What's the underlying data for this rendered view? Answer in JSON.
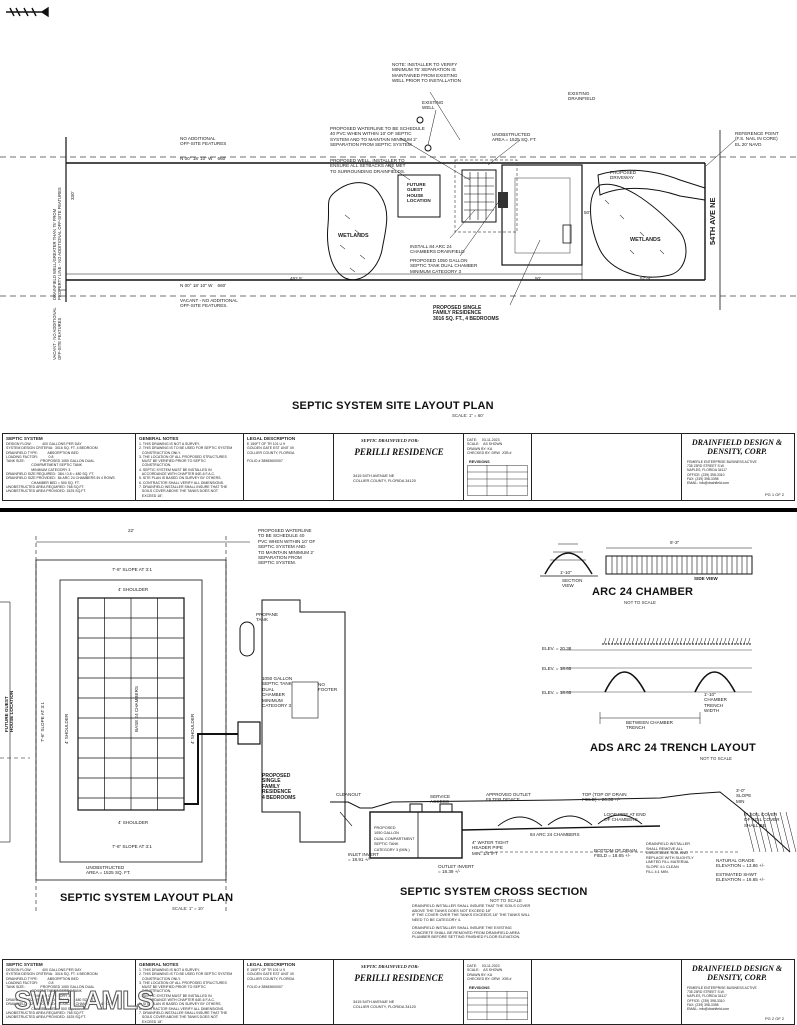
{
  "sheet1": {
    "note_top": "NOTE: INSTALLER TO VERIFY\nMINIMUM 75' SEPARATION IS\nMAINTAINED FROM EXISTING\nWELL PRIOR TO INSTALLATION",
    "existing_well": "EXISTING\nWELL",
    "existing_drainfield": "EXISTING\nDRAINFIELD",
    "no_additional_top": "NO ADDITIONAL\nOFF-SITE FEATURES",
    "waterline_note": "PROPOSED WATERLINE TO BE SCHEDULE\n40 PVC WHEN WITHIN 10' OF SEPTIC\nSYSTEM AND TO MAINTAIN MINIMUM 2'\nSEPARATION FROM SEPTIC SYSTEM",
    "unobstructed": "UNOBSTRUCTED\nAREA = 1525 SQ. FT.",
    "reference_point": "REFERENCE POINT\n(F.S. NAIL IN CORE)\nEL 20' NAVD",
    "proposed_well_note": "PROPOSED WELL, INSTALLER TO\nENSURE ALL SETBACKS ARE MET\nTO SURROUNDING DRAINFIELDS.",
    "bearing_top": "N 00° 18' 10\" W    660'",
    "bearing_bottom": "N 00° 18' 10\" W    660'",
    "future_guest": "FUTURE\nGUEST\nHOUSE\nLOCATION",
    "wetlands_left": "WETLANDS",
    "wetlands_right": "WETLANDS",
    "proposed_driveway": "PROPOSED\nDRIVEWAY",
    "street": "54TH AVE NE",
    "install_note": "INSTALL 84 ARC 24\nCHAMBERS DRAINFIELD",
    "tank_note": "PROPOSED 1050 GALLON\nSEPTIC TANK DUAL CHAMBER\nMINIMUM CATEGORY 3",
    "residence_note": "PROPOSED SINGLE\nFAMILY RESIDENCE\n3016 SQ. FT., 4 BEDROOMS",
    "vacant_bottom": "VACANT - NO ADDITIONAL\nOFF-SITE FEATURES.",
    "left_vertical": "DRAINFIELD WELL/GREATER THAN 75' FROM\nPROPERTY LINE - NO ADDITIONAL OFF-SITE FEATURES",
    "left_vertical2": "VACANT - NO ADDITIONAL\nOFF-SITE FEATURES",
    "dim_left": "482.5'",
    "dim_mid": "50'",
    "dim_right": "57'-9\"",
    "dim_50": "50'",
    "dim_330": "330'",
    "title": "SEPTIC SYSTEM SITE LAYOUT PLAN",
    "scale": "SCALE: 1\" = 60'"
  },
  "titleblock": {
    "col1_head": "SEPTIC SYSTEM",
    "col1_rows": "DESIGN FLOW:           400 GALLONS PER DAY\nSYSTEM DESIGN CRITERIA:  3016 SQ. FT. 4 BEDROOM\nDRAINFIELD TYPE:          ABSORPTION BED\nLOADING FACTOR:           0.8\nTANK SIZE:                PROPOSED 1050 GALLON DUAL\n                          COMPARTMENT SEPTIC TANK\n                          MINIMUM CATEGORY 3\nDRAINFIELD SIZE REQUIRED:  384 / 0.8 = 480 SQ. FT.\nDRAINFIELD SIZE PROVIDED:  84 ARC 24 CHAMBERS IN 4 ROWS\n                          CHAMBER BED = 500 SQ. FT.\nUNOBSTRUCTED AREA REQUIRED: 768 SQ.FT.\nUNOBSTRUCTED AREA PROVIDED: 1525 SQ.FT.",
    "col2_head": "GENERAL NOTES",
    "col2_rows": "1. THIS DRAWING IS NOT A SURVEY.\n2. THIS DRAWING IS TO BE USED FOR SEPTIC SYSTEM\n   CONSTRUCTION ONLY.\n3. THE LOCATION OF ALL PROPOSED STRUCTURES\n   MUST BE VERIFIED PRIOR TO SEPTIC\n   CONSTRUCTION.\n4. SEPTIC SYSTEM MUST BE INSTALLED IN\n   ACCORDANCE WITH CHAPTER 64E-6 F.A.C.\n5. SITE PLAN IS BASED ON SURVEY BY OTHERS.\n6. CONTRACTOR SHALL VERIFY ALL DIMENSIONS.\n7. DRAINFIELD INSTALLER SHALL INSURE THAT THE\n   SOILS COVER ABOVE THE TANKS DOES NOT\n   EXCEED 18\".",
    "col3_head": "LEGAL DESCRIPTION",
    "col3_rows": "E 150FT OF TR 101 U 9\nGOLDEN GATE EST UNIT 49\nCOLLIER COUNTY, FLORIDA\n\nFOLIO # 38983600007",
    "project_label": "SEPTIC DRAINFIELD FOR:",
    "project_name": "PERILLI\nRESIDENCE",
    "project_addr": "3415 54TH AVENUE NE\nCOLLIER COUNTY, FLORIDA 34120",
    "meta": "DATE:     03-11-2023\nSCALE:    AS SHOWN\nDRAWN BY: KA\nCHECKED BY: DRW  JOB #",
    "revisions": "REVISIONS",
    "logo": "DRAINFIELD DESIGN\n& DENSITY, CORP.",
    "company": "FEMERLE ENTERPRISE BUSINESS ACTIVE\n735 23RD STREET S.W.\nNAPLES, FLORIDA 34117\nOFFICE: (239) 398-3310\nFAX: (239) 398-3398\nEMAIL: info@drainfield.com",
    "page1": "PG 1 OF 2",
    "page2": "PG 2 OF 2"
  },
  "sheet2": {
    "dim_top": "22'",
    "waterline_note": "PROPOSED WATERLINE\nTO BE SCHEDULE 40\nPVC WHEN WITHIN 10' OF\nSEPTIC SYSTEM AND\nTO MAINTAIN MINIMUM 2'\nSEPARATION FROM\nSEPTIC SYSTEM.",
    "slope_top": "7'-6\" SLOPE AT 3:1",
    "slope_bottom": "7'-6\" SLOPE AT 3:1",
    "slope_left": "7'-6\" SLOPE AT 3:1",
    "shoulder_top": "4' SHOULDER",
    "shoulder_bottom": "4' SHOULDER",
    "shoulder_left": "4' SHOULDER",
    "shoulder_right": "4' SHOULDER",
    "bed_label": "BASE 24 CHAMBERS",
    "future_guest": "FUTURE GUEST\nHOUSE LOCATION",
    "propane": "PROPANE\nTANK",
    "no_footer": "NO\nFOOTER",
    "tank_note": "1050 GALLON\nSEPTIC TANK\nDUAL\nCHAMBER\nMINIMUM\nCATEGORY 3",
    "residence": "PROPOSED\nSINGLE\nFAMILY\nRESIDENCE\n4 BEDROOMS",
    "unobstructed": "UNOBSTRUCTED\nAREA = 1525 SQ. FT.",
    "layout_title": "SEPTIC SYSTEM LAYOUT PLAN",
    "layout_scale": "SCALE: 1\" = 10'",
    "arc_title": "ARC 24 CHAMBER",
    "arc_scale": "NOT TO SCALE",
    "section_view": "SECTION\nVIEW",
    "side_view": "SIDE VIEW",
    "dim_arc": "1'-10\"",
    "dim_side": "6'-3\"",
    "elev1": "ELEV. = 20.38",
    "elev2": "ELEV. = 18.65",
    "elev3": "ELEV. = 18.65",
    "chamber_trench": "1'-10\"\nCHAMBER\nTRENCH\nWIDTH",
    "between": "BETWEEN CHAMBER\nTRENCH",
    "trench_title": "ADS ARC 24 TRENCH LAYOUT",
    "trench_scale": "NOT TO SCALE",
    "cross_title": "SEPTIC SYSTEM CROSS SECTION",
    "cross_scale": "NOT TO SCALE",
    "cross_notes": "DRAINFIELD INSTALLER SHALL INSURE THAT THE SOILS COVER\nABOVE THE TANKS DOES NOT EXCEED 18\"\nIF THE COVER OVER THE TANKS EXCEEDS 18\" THE TANKS WILL\nNEED TO BE CATEGORY 4.",
    "cross_notes2": "DRAINFIELD INSTALLER SHALL INSURE THE EXISTING\nCONCRETE SHALL BE REMOVED FROM DRAINFIELD AREA\nPLUMBER BEFORE SETTING FINISHED FLOOR ELEVATION.",
    "cleanout": "CLEANOUT",
    "service_access": "SERVICE\nACCESS",
    "approved_filter": "APPROVED OUTLET\nFILTER DEVICE",
    "top_drain": "TOP (TOP OF DRAIN\nFIELD) = 20.38 +/-",
    "loop_pipe": "LOOP PIPE AT END\nOF CHAMBERS",
    "slope_label": "3'-0\"\nSLOPE\nMIN",
    "proposed_tank": "PROPOSED\n1050 GALLON\nDUAL COMPARTMENT\nSEPTIC TANK\nCATEGORY 3 (MIN.)",
    "inlet": "INLET INVERT\n= 18.91 +/-",
    "outlet": "OUTLET INVERT\n= 18.39 +/-",
    "header_pipe": "4\" WATER TIGHT\nHEADER PIPE\nMIN. 1/4\"/FT",
    "arc_chambers": "84 ARC 24 CHAMBERS",
    "bottom_drain": "BOTTOM OF DRAIN\nFIELD = 18.65 +/-",
    "natural_grade": "NATURAL GRADE\nELEVATION = 13.86 +/-",
    "estimated_shwt": "ESTIMATED SHWT\nELEVATION = 16.65 +/-",
    "fill_note": "DRAINFIELD INSTALLER\nSHALL REMOVE ALL\nUNSUITABLE SOIL AND\nREPLACE WITH SLIGHTLY\nLIMITED FILL MATERIAL\nSLOPE 4:1 CLEAN\nFILL 4:1 MIN.",
    "cover_note": "6\" SOIL COVER\nOF SOIL COVER\nSHALL BE",
    "bearing": "N 00° 18' 10\" W"
  },
  "watermark": "SWFLAMLS"
}
